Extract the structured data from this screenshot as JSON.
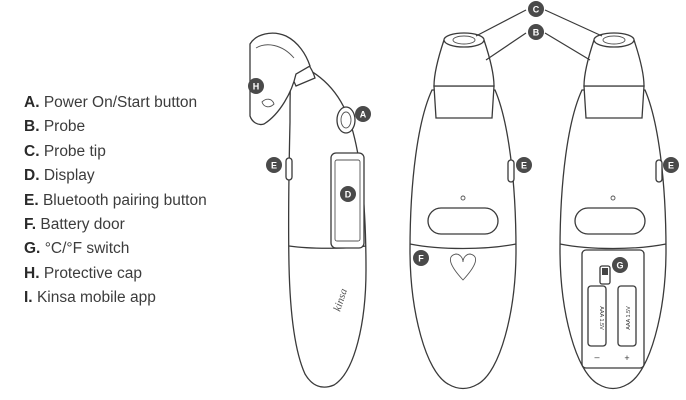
{
  "legend": [
    {
      "letter": "A.",
      "label": "Power On/Start button"
    },
    {
      "letter": "B.",
      "label": "Probe"
    },
    {
      "letter": "C.",
      "label": "Probe tip"
    },
    {
      "letter": "D.",
      "label": "Display"
    },
    {
      "letter": "E.",
      "label": "Bluetooth pairing button"
    },
    {
      "letter": "F.",
      "label": "Battery door"
    },
    {
      "letter": "G.",
      "label": "°C/°F switch"
    },
    {
      "letter": "H.",
      "label": "Protective cap"
    },
    {
      "letter": "I.",
      "label": "Kinsa mobile app"
    }
  ],
  "badges": {
    "a": "A",
    "b": "B",
    "c": "C",
    "d": "D",
    "e": "E",
    "f": "F",
    "g": "G",
    "h": "H"
  },
  "device": {
    "brand": "kinsa",
    "battery_label": "AAA 1.5V",
    "polarity_minus": "–",
    "polarity_plus": "+"
  }
}
